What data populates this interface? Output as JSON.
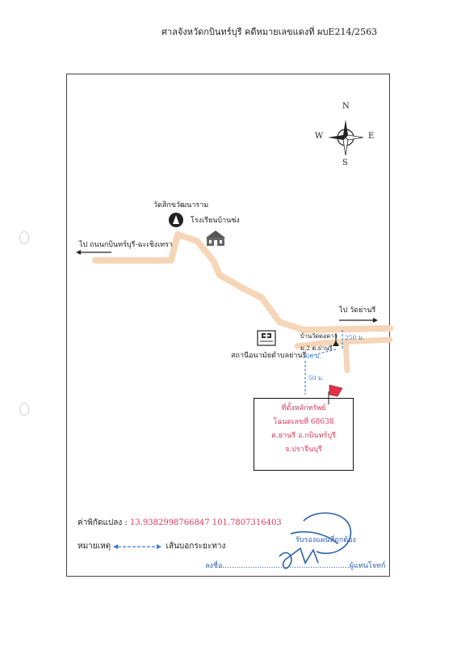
{
  "header": {
    "title": "ศาลจังหวัดกบินทร์บุรี คดีหมายเลขแดงที่ ผบE214/2563"
  },
  "compass": {
    "north": "N",
    "south": "S",
    "east": "E",
    "west": "W"
  },
  "landmarks": {
    "temple": "วัดสิกขวัฒนาราม",
    "school": "โรงเรียนบ้านซ่ง",
    "health_station": "สถานีอนามัยตำบลย่านรี",
    "village": "บ้านวัดดอดาว",
    "moo": "ม.2 ต.ย่านรี"
  },
  "directions": {
    "left": "ไป ถนนกบินทร์บุรี-ฉะเชิงเทรา",
    "right": "ไป วัดย่านรี"
  },
  "distances": {
    "d250": "250 ม.",
    "d100": "100 ม.",
    "d50": "50 ม."
  },
  "property": {
    "line1": "ที่ตั้งหลักทรัพย์",
    "line2": "โฉนดเลขที่ 68638",
    "line3": "ต.ย่านรี อ.กบินทร์บุรี",
    "line4": "จ.ปราจีนบุรี"
  },
  "footer": {
    "coords_label": "ค่าพิกัดแปลง :",
    "coords_value": "13.9382998766847 101.7807316403",
    "note_label": "หมายเหตุ",
    "legend_text": "เส้นบอกระยะทาง",
    "certify": "รับรองแผนที่ถูกต้อง",
    "sign": "ลงชื่อ.......................................................ผู้แทนโจทก์"
  },
  "colors": {
    "road": "#f6d6b8",
    "distance_line": "#3a7bd5",
    "property_text": "#d63a5c",
    "flag": "#e0304a"
  }
}
